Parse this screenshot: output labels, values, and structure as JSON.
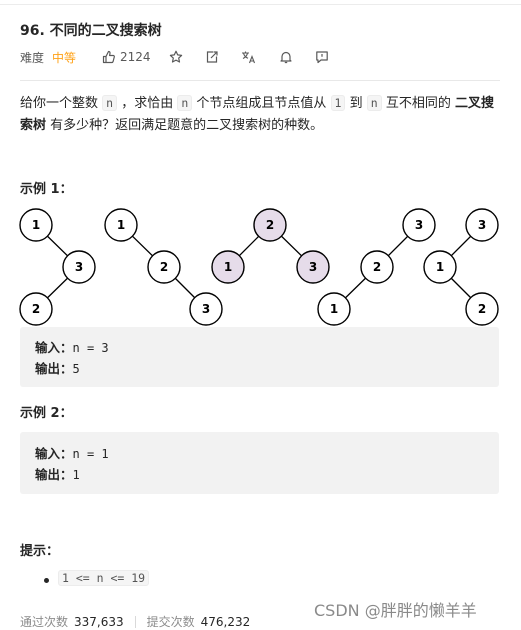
{
  "problem": {
    "title": "96. 不同的二叉搜索树",
    "difficulty_label": "难度",
    "difficulty": "中等",
    "likes": "2124"
  },
  "description": {
    "p1": "给你一个整数 ",
    "code_n1": "n",
    "p2": " ，求恰由 ",
    "code_n2": "n",
    "p3": " 个节点组成且节点值从 ",
    "code_1": "1",
    "p4": " 到 ",
    "code_n3": "n",
    "p5": " 互不相同的 ",
    "bold": "二叉搜索树",
    "p6": " 有多少种？返回满足题意的二叉搜索树的种数。"
  },
  "examples": [
    {
      "heading": "示例 1：",
      "input_label": "输入：",
      "input_value": "n = 3",
      "output_label": "输出：",
      "output_value": "5"
    },
    {
      "heading": "示例 2：",
      "input_label": "输入：",
      "input_value": "n = 1",
      "output_label": "输出：",
      "output_value": "1"
    }
  ],
  "trees": [
    {
      "nodes": [
        "1",
        "3",
        "2"
      ],
      "highlight": [
        false,
        false,
        false
      ]
    },
    {
      "nodes": [
        "1",
        "2",
        "3"
      ],
      "highlight": [
        false,
        false,
        false
      ]
    },
    {
      "nodes": [
        "2",
        "1",
        "3"
      ],
      "highlight": [
        true,
        true,
        true
      ]
    },
    {
      "nodes": [
        "3",
        "2",
        "1"
      ],
      "highlight": [
        false,
        false,
        false
      ]
    },
    {
      "nodes": [
        "3",
        "1",
        "2"
      ],
      "highlight": [
        false,
        false,
        false
      ]
    }
  ],
  "hints": {
    "heading": "提示：",
    "items": [
      "1 <= n <= 19"
    ]
  },
  "stats": {
    "accepted_label": "通过次数",
    "accepted": "337,633",
    "submissions_label": "提交次数",
    "submissions": "476,232"
  },
  "watermark": "CSDN @胖胖的懒羊羊",
  "colors": {
    "medium": "#ffa116",
    "highlight_node": "#e6dcea",
    "code_bg": "#f5f5f5",
    "box_bg": "#f2f2f2"
  }
}
